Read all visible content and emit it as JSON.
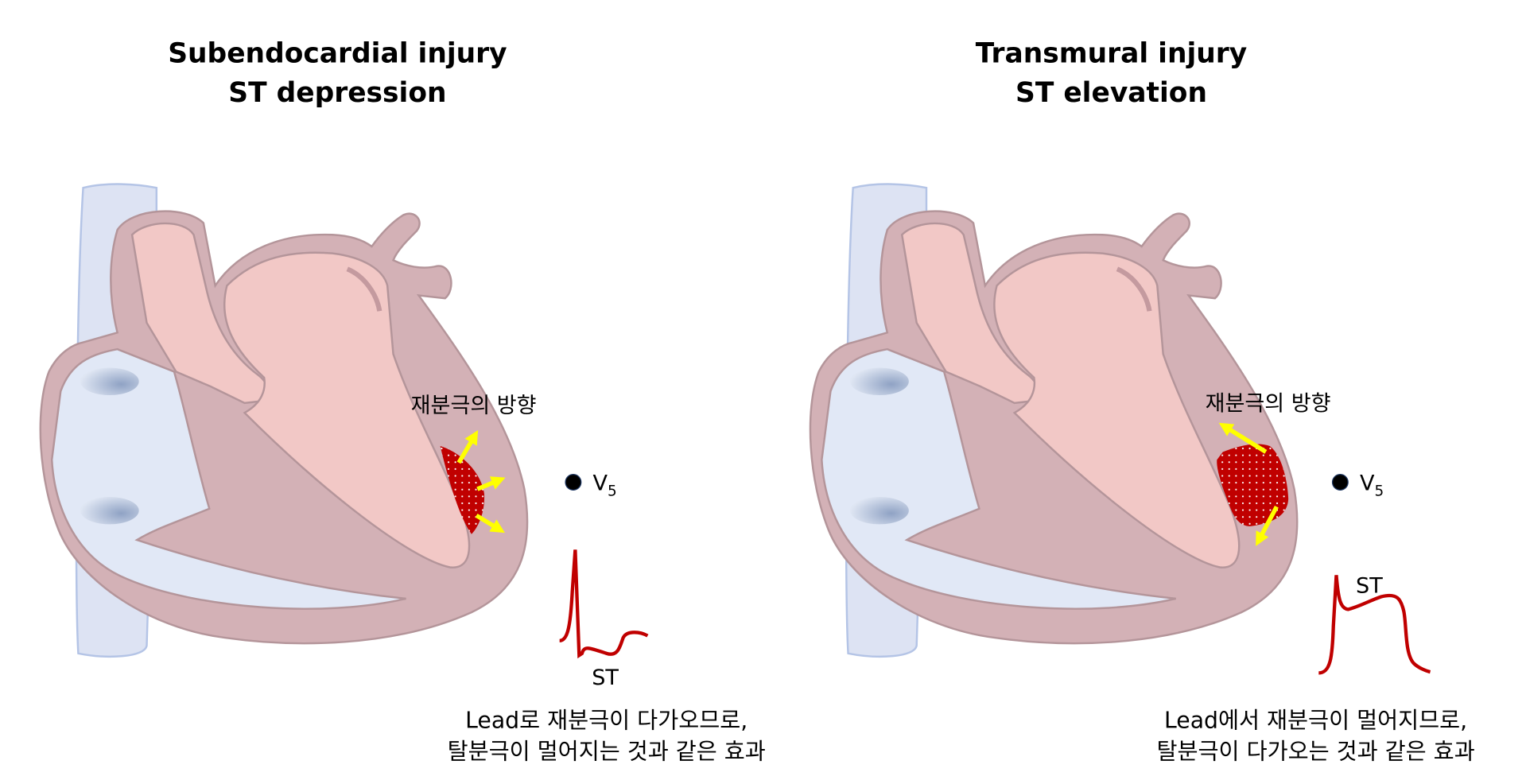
{
  "panels": [
    {
      "title_line1": "Subendocardial injury",
      "title_line2": "ST depression",
      "repolarization_label": "재분극의 방향",
      "lead_label": "V",
      "lead_subscript": "5",
      "st_label": "ST",
      "caption_line1": "Lead로 재분극이 다가오므로,",
      "caption_line2": "탈분극이 멀어지는 것과 같은 효과"
    },
    {
      "title_line1": "Transmural injury",
      "title_line2": "ST elevation",
      "repolarization_label": "재분극의 방향",
      "lead_label": "V",
      "lead_subscript": "5",
      "st_label": "ST",
      "caption_line1": "Lead에서 재분극이 멀어지므로,",
      "caption_line2": "탈분극이 다가오는 것과 같은 효과"
    }
  ],
  "colors": {
    "myocardium": "#d3b1b6",
    "left_chamber": "#f2c8c6",
    "right_chamber": "#e1e8f6",
    "injury": "#c00000",
    "arrow": "#ffff00",
    "ecg": "#c00000"
  }
}
